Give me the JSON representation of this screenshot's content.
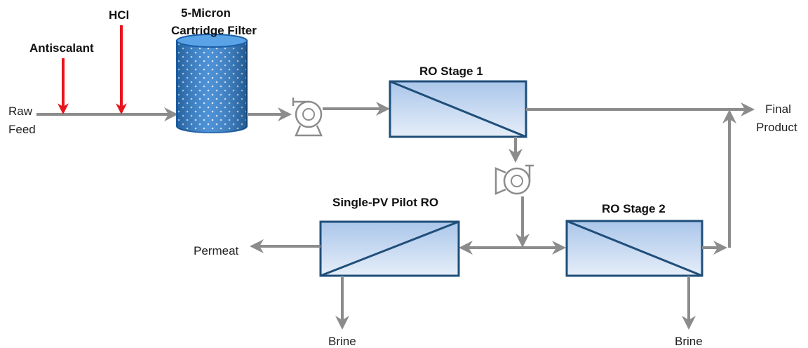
{
  "labels": {
    "raw_feed_line1": "Raw",
    "raw_feed_line2": "Feed",
    "antiscalant": "Antiscalant",
    "hcl": "HCl",
    "filter_line1": "5-Micron",
    "filter_line2": "Cartridge Filter",
    "ro_stage_1": "RO Stage 1",
    "final_product_line1": "Final",
    "final_product_line2": "Product",
    "single_pv": "Single-PV Pilot RO",
    "ro_stage_2": "RO Stage 2",
    "permeat": "Permeat",
    "brine_left": "Brine",
    "brine_right": "Brine"
  },
  "colors": {
    "pipe": "#8c8c8c",
    "chemical_arrow": "#e8141b",
    "membrane_border": "#1f4e79",
    "membrane_fill_top": "#bcd3ee",
    "membrane_fill_bottom": "#e8f0fa",
    "filter_fill": "#2e7fd1"
  },
  "icons": {
    "pump": "pump-icon",
    "filter": "cartridge-filter-icon",
    "membrane": "membrane-vessel-icon"
  }
}
